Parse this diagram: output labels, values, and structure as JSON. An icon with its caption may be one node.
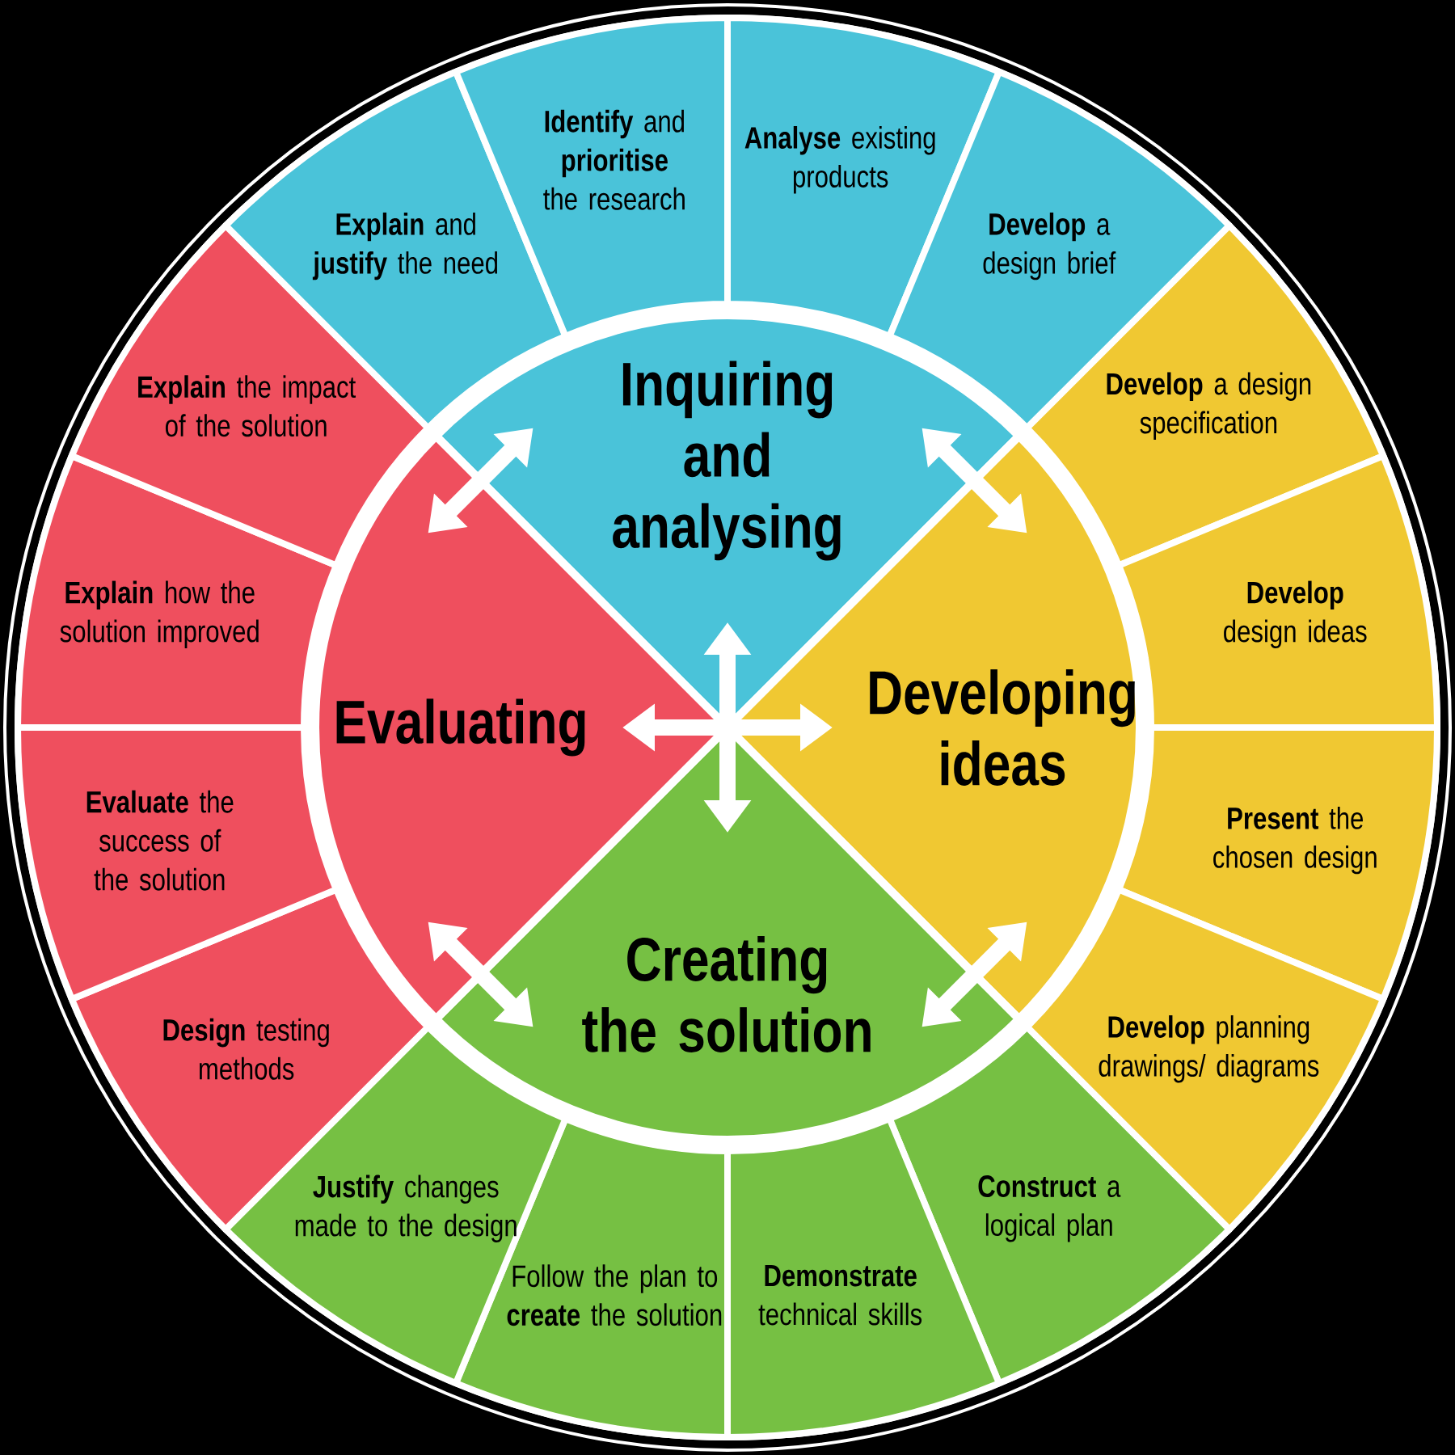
{
  "diagram": {
    "nodes": [
      {
        "text": [
          "**Explain** and **justify** the need"
        ]
      },
      {
        "text": [
          "**Identify** and **prioritise** the research"
        ]
      },
      {
        "text": [
          "**Analyse** existing products"
        ]
      },
      {
        "text": [
          "**Develop** a design brief"
        ]
      },
      {
        "text": [
          "**Develop** a design specification"
        ]
      },
      {
        "text": [
          "**Develop** design ideas"
        ]
      },
      {
        "text": [
          "**Present** the chosen design"
        ]
      },
      {
        "text": [
          "**Develop** planning drawings/ diagrams"
        ]
      },
      {
        "text": [
          "**Construct** a logical plan"
        ]
      },
      {
        "text": [
          "**Demonstrate** technical skills"
        ]
      },
      {
        "text": [
          "Follow the plan to **create** the solution"
        ]
      },
      {
        "text": [
          "**Justify** changes made to the design"
        ]
      },
      {
        "text": [
          "**Design** testing methods"
        ]
      },
      {
        "text": [
          "**Evaluate** the success of the solution"
        ]
      },
      {
        "text": [
          "**Explain** how the solution improved"
        ]
      },
      {
        "text": [
          "**Explain** the impact of the solution"
        ]
      },
      {
        "text": [
          "Inquiring and analysing"
        ]
      },
      {
        "text": [
          "Developing ideas"
        ]
      },
      {
        "text": [
          "Creating the solution"
        ]
      },
      {
        "text": [
          "Evaluating"
        ]
      }
    ],
    "edges": [
      {
        "from": 16,
        "to": 17,
        "arrow": "both"
      },
      {
        "from": 17,
        "to": 18,
        "arrow": "both"
      },
      {
        "from": 18,
        "to": 19,
        "arrow": "both"
      },
      {
        "from": 19,
        "to": 16,
        "arrow": "both"
      },
      {
        "from": 16,
        "to": 18,
        "arrow": "both"
      },
      {
        "from": 19,
        "to": 17,
        "arrow": "both"
      }
    ]
  }
}
